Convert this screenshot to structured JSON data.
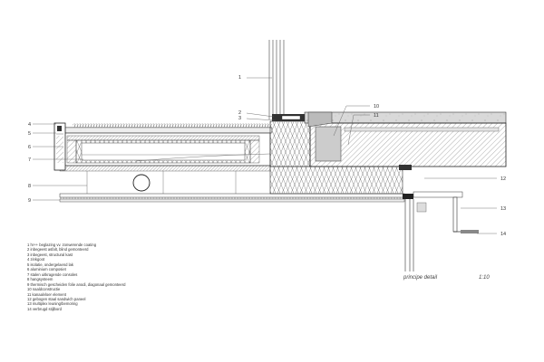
{
  "callouts": [
    {
      "num": "1"
    },
    {
      "num": "2"
    },
    {
      "num": "3"
    },
    {
      "num": "4"
    },
    {
      "num": "5"
    },
    {
      "num": "6"
    },
    {
      "num": "7"
    },
    {
      "num": "8"
    },
    {
      "num": "9"
    },
    {
      "num": "10"
    },
    {
      "num": "11"
    },
    {
      "num": "12"
    },
    {
      "num": "13"
    },
    {
      "num": "14"
    }
  ],
  "legend": [
    "1 hr++ beglazing vv. zonwerende coating",
    "2 inbegeest asfalt, blind gemonteerd",
    "3 inbegeest, structural kast",
    "4 zinkgoot",
    "5 isolatie, ondergelaend lak",
    "6 aluminium composiet",
    "7 stalen uitkragende consoles",
    "8 hangsysteem",
    "9 thermisch gescheiden folie anodi, diagonaal gemonteerd",
    "10 naaldconstructie",
    "11 kanaalvloer element",
    "12 gebogen staal sandwich paneel",
    "13 multiplex leuning/bemoring",
    "14 verbrugd stijlbord"
  ],
  "caption": "principe detail",
  "scale": "1:10"
}
